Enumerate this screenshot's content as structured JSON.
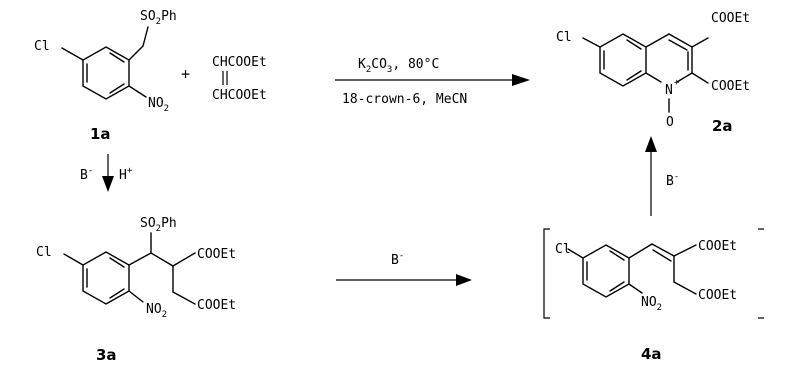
{
  "compounds": {
    "c1a": {
      "label": "1a",
      "Cl": "Cl",
      "SO2Ph": [
        "SO",
        "2",
        "Ph"
      ],
      "NO2": [
        "NO",
        "2"
      ]
    },
    "alkene": {
      "top": "CHCOOEt",
      "bottom": "CHCOOEt",
      "plus": "+"
    },
    "c2a": {
      "label": "2a",
      "Cl": "Cl",
      "N": "N",
      "Nplus": "+",
      "O": "O",
      "ester1": "COOEt",
      "ester2": "COOEt"
    },
    "c3a": {
      "label": "3a",
      "Cl": "Cl",
      "SO2Ph": [
        "SO",
        "2",
        "Ph"
      ],
      "NO2": [
        "NO",
        "2"
      ],
      "ester1": "COOEt",
      "ester2": "COOEt"
    },
    "c4a": {
      "label": "4a",
      "Cl": "Cl",
      "NO2": [
        "NO",
        "2"
      ],
      "ester1": "COOEt",
      "ester2": "COOEt"
    }
  },
  "arrows": {
    "top": {
      "line1": [
        "K",
        "2",
        "CO",
        "3",
        ", 80°C"
      ],
      "line2": "18-crown-6, MeCN"
    },
    "down": {
      "base": "B",
      "base_charge": "-",
      "acid": "H",
      "acid_charge": "+"
    },
    "middle": {
      "base": "B",
      "base_charge": "-"
    },
    "up": {
      "base": "B",
      "base_charge": "-"
    }
  }
}
